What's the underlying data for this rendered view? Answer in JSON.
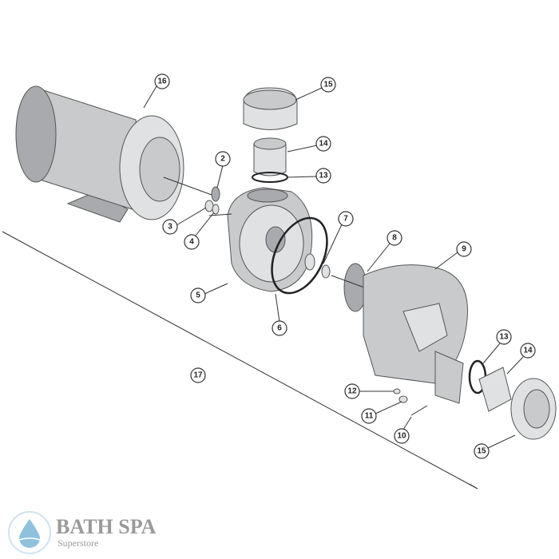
{
  "diagram": {
    "callouts": [
      {
        "label": "16"
      },
      {
        "label": "15"
      },
      {
        "label": "14"
      },
      {
        "label": "13"
      },
      {
        "label": "2"
      },
      {
        "label": "3"
      },
      {
        "label": "4"
      },
      {
        "label": "7"
      },
      {
        "label": "8"
      },
      {
        "label": "9"
      },
      {
        "label": "5"
      },
      {
        "label": "6"
      },
      {
        "label": "17"
      },
      {
        "label": "13"
      },
      {
        "label": "14"
      },
      {
        "label": "12"
      },
      {
        "label": "11"
      },
      {
        "label": "10"
      },
      {
        "label": "15"
      }
    ]
  },
  "logo": {
    "name": "BATH SPA",
    "tagline": "Superstore",
    "color": "#9a9a9a",
    "drop_color": "#8fc1dd"
  }
}
